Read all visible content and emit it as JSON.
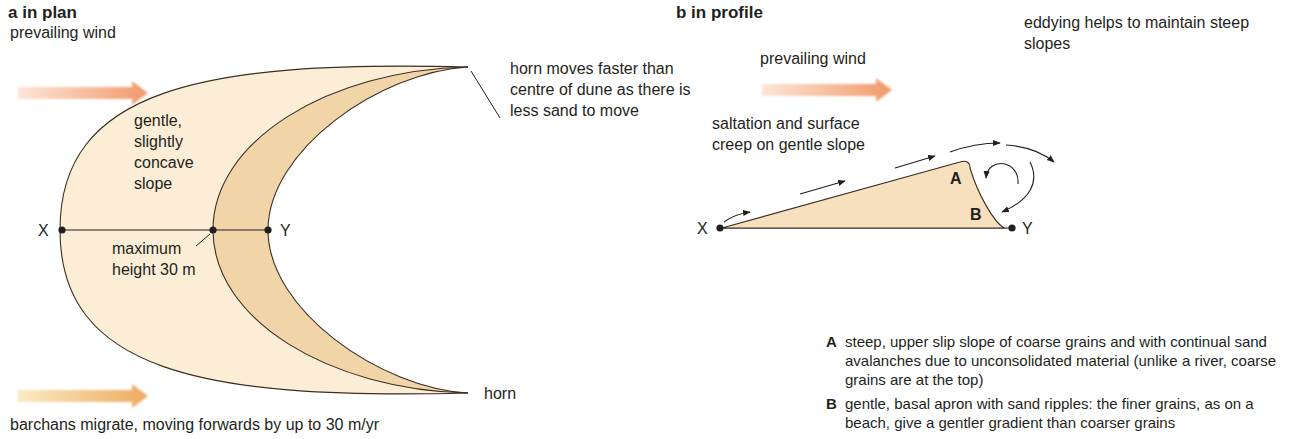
{
  "diagram": {
    "labels": [
      "a in plan",
      "prevailing wind",
      "gentle, slightly concave slope",
      "horn moves faster than centre of dune as there is less sand to move",
      "X",
      "Y",
      "maximum height 30 m",
      "horn",
      "barchans migrate, moving forwards by up to 30 m/yr",
      "b in profile",
      "prevailing wind",
      "eddying helps to maintain steep slopes",
      "saltation and surface creep on gentle slope",
      "A",
      "B",
      "X",
      "Y",
      "A",
      "steep, upper slip slope of coarse grains and with continual sand avalanches due to unconsolidated material (unlike a river, coarse grains are at the top)",
      "B",
      "gentle, basal apron with sand ripples: the finer grains, as on a beach, give a gentler gradient than coarser grains"
    ]
  }
}
